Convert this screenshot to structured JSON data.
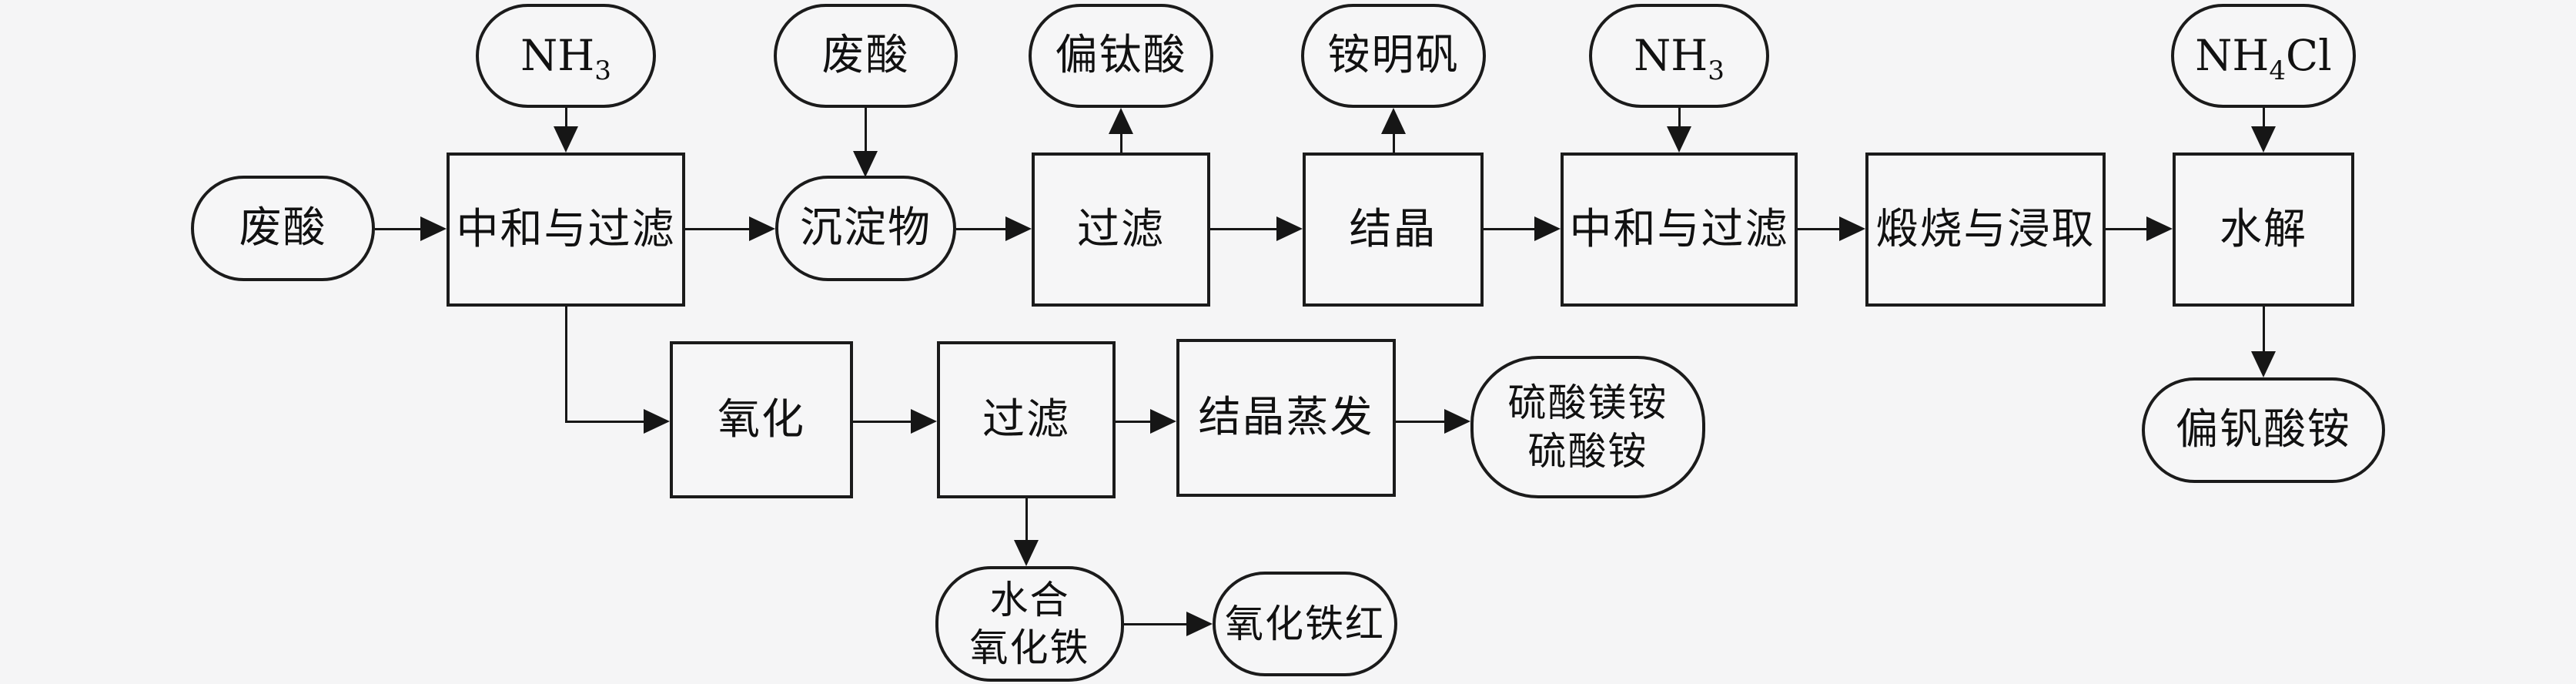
{
  "diagram": {
    "type": "process-flowchart",
    "background_color": "#f5f5f6",
    "stroke_color": "#1b1b1b",
    "shape_legend": {
      "oval": "substance / material",
      "rect": "process step"
    },
    "nodes": {
      "waste_acid_1": {
        "label": "废酸",
        "shape": "oval"
      },
      "nh3_1": {
        "pre": "NH",
        "sub": "3",
        "post": "",
        "shape": "oval"
      },
      "neutralize_filter_1": {
        "label": "中和与过滤",
        "shape": "rect"
      },
      "waste_acid_2": {
        "label": "废酸",
        "shape": "oval"
      },
      "precipitate": {
        "label": "沉淀物",
        "shape": "oval"
      },
      "metatitanic_acid": {
        "label": "偏钛酸",
        "shape": "oval"
      },
      "filter_1": {
        "label": "过滤",
        "shape": "rect"
      },
      "ammonium_alum": {
        "label": "铵明矾",
        "shape": "oval"
      },
      "crystallize": {
        "label": "结晶",
        "shape": "rect"
      },
      "nh3_2": {
        "pre": "NH",
        "sub": "3",
        "post": "",
        "shape": "oval"
      },
      "neutralize_filter_2": {
        "label": "中和与过滤",
        "shape": "rect"
      },
      "calcine_leach": {
        "label": "煅烧与浸取",
        "shape": "rect"
      },
      "nh4cl": {
        "pre": "NH",
        "sub": "4",
        "post": "Cl",
        "shape": "oval"
      },
      "hydrolysis": {
        "label": "水解",
        "shape": "rect"
      },
      "ammonium_metavanadate": {
        "label": "偏钒酸铵",
        "shape": "oval"
      },
      "oxidize": {
        "label": "氧化",
        "shape": "rect"
      },
      "filter_2": {
        "label": "过滤",
        "shape": "rect"
      },
      "crystallize_evaporate": {
        "label": "结晶蒸发",
        "shape": "rect"
      },
      "magnesium_ammonium_sulfate": {
        "label": "硫酸镁铵\n硫酸铵",
        "shape": "oval"
      },
      "hydrated_iron_oxide": {
        "label": "水合\n氧化铁",
        "shape": "oval"
      },
      "iron_oxide_red": {
        "label": "氧化铁红",
        "shape": "oval"
      }
    },
    "edges": [
      {
        "from": "waste_acid_1",
        "to": "neutralize_filter_1"
      },
      {
        "from": "nh3_1",
        "to": "neutralize_filter_1"
      },
      {
        "from": "neutralize_filter_1",
        "to": "precipitate"
      },
      {
        "from": "waste_acid_2",
        "to": "precipitate"
      },
      {
        "from": "precipitate",
        "to": "filter_1"
      },
      {
        "from": "filter_1",
        "to": "metatitanic_acid"
      },
      {
        "from": "filter_1",
        "to": "crystallize"
      },
      {
        "from": "crystallize",
        "to": "ammonium_alum"
      },
      {
        "from": "crystallize",
        "to": "neutralize_filter_2"
      },
      {
        "from": "nh3_2",
        "to": "neutralize_filter_2"
      },
      {
        "from": "neutralize_filter_2",
        "to": "calcine_leach"
      },
      {
        "from": "calcine_leach",
        "to": "hydrolysis"
      },
      {
        "from": "nh4cl",
        "to": "hydrolysis"
      },
      {
        "from": "hydrolysis",
        "to": "ammonium_metavanadate"
      },
      {
        "from": "neutralize_filter_1",
        "to": "oxidize"
      },
      {
        "from": "oxidize",
        "to": "filter_2"
      },
      {
        "from": "filter_2",
        "to": "crystallize_evaporate"
      },
      {
        "from": "crystallize_evaporate",
        "to": "magnesium_ammonium_sulfate"
      },
      {
        "from": "filter_2",
        "to": "hydrated_iron_oxide"
      },
      {
        "from": "hydrated_iron_oxide",
        "to": "iron_oxide_red"
      }
    ]
  }
}
